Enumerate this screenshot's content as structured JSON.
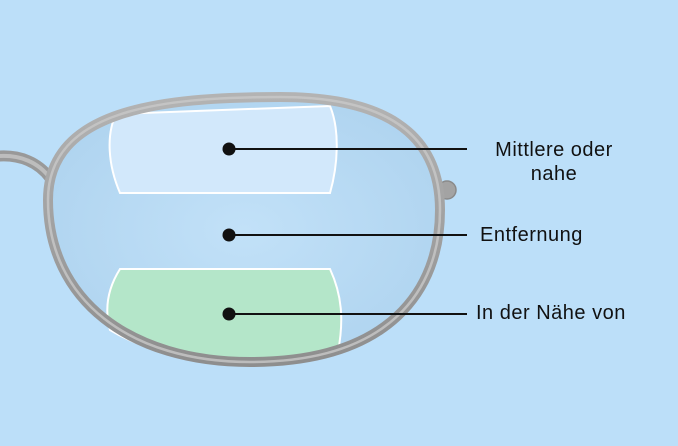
{
  "labels": {
    "intermediate_line1": "Mittlere oder",
    "intermediate_line2": "nahe",
    "distance": "Entfernung",
    "near": "In der Nähe von"
  },
  "colors": {
    "background": "#bcdff9",
    "lens": "#b7d9f3",
    "frame": "#9b9b9b",
    "intermediate_zone": "#d2e8fb",
    "near_zone": "#b4e6c9",
    "pointer": "#111111"
  }
}
